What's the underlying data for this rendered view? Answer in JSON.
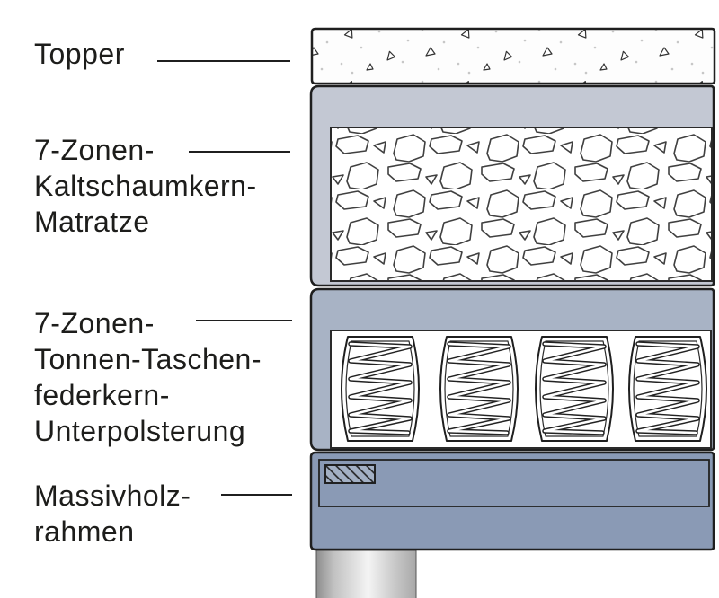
{
  "labels": [
    {
      "lines": [
        "Topper"
      ]
    },
    {
      "lines": [
        "7-Zonen-",
        "Kaltschaumkern-",
        "Matratze"
      ]
    },
    {
      "lines": [
        "7-Zonen-",
        "Tonnen-Taschen-",
        "federkern-",
        "Unterpolsterung"
      ]
    },
    {
      "lines": [
        "Massivholz-",
        "rahmen"
      ]
    }
  ],
  "colors": {
    "text": "#1d1d1b",
    "outline": "#1f1f1f",
    "topper_fill": "#fdfdfd",
    "mattress_band": "#c3c8d3",
    "spring_band": "#a8b3c5",
    "frame_fill": "#8a9ab5",
    "hatch_fill": "#a3b0c4",
    "panel_fill": "#ffffff",
    "leg_dark": "#8e8e8e",
    "leg_light": "#f4f4f4"
  }
}
